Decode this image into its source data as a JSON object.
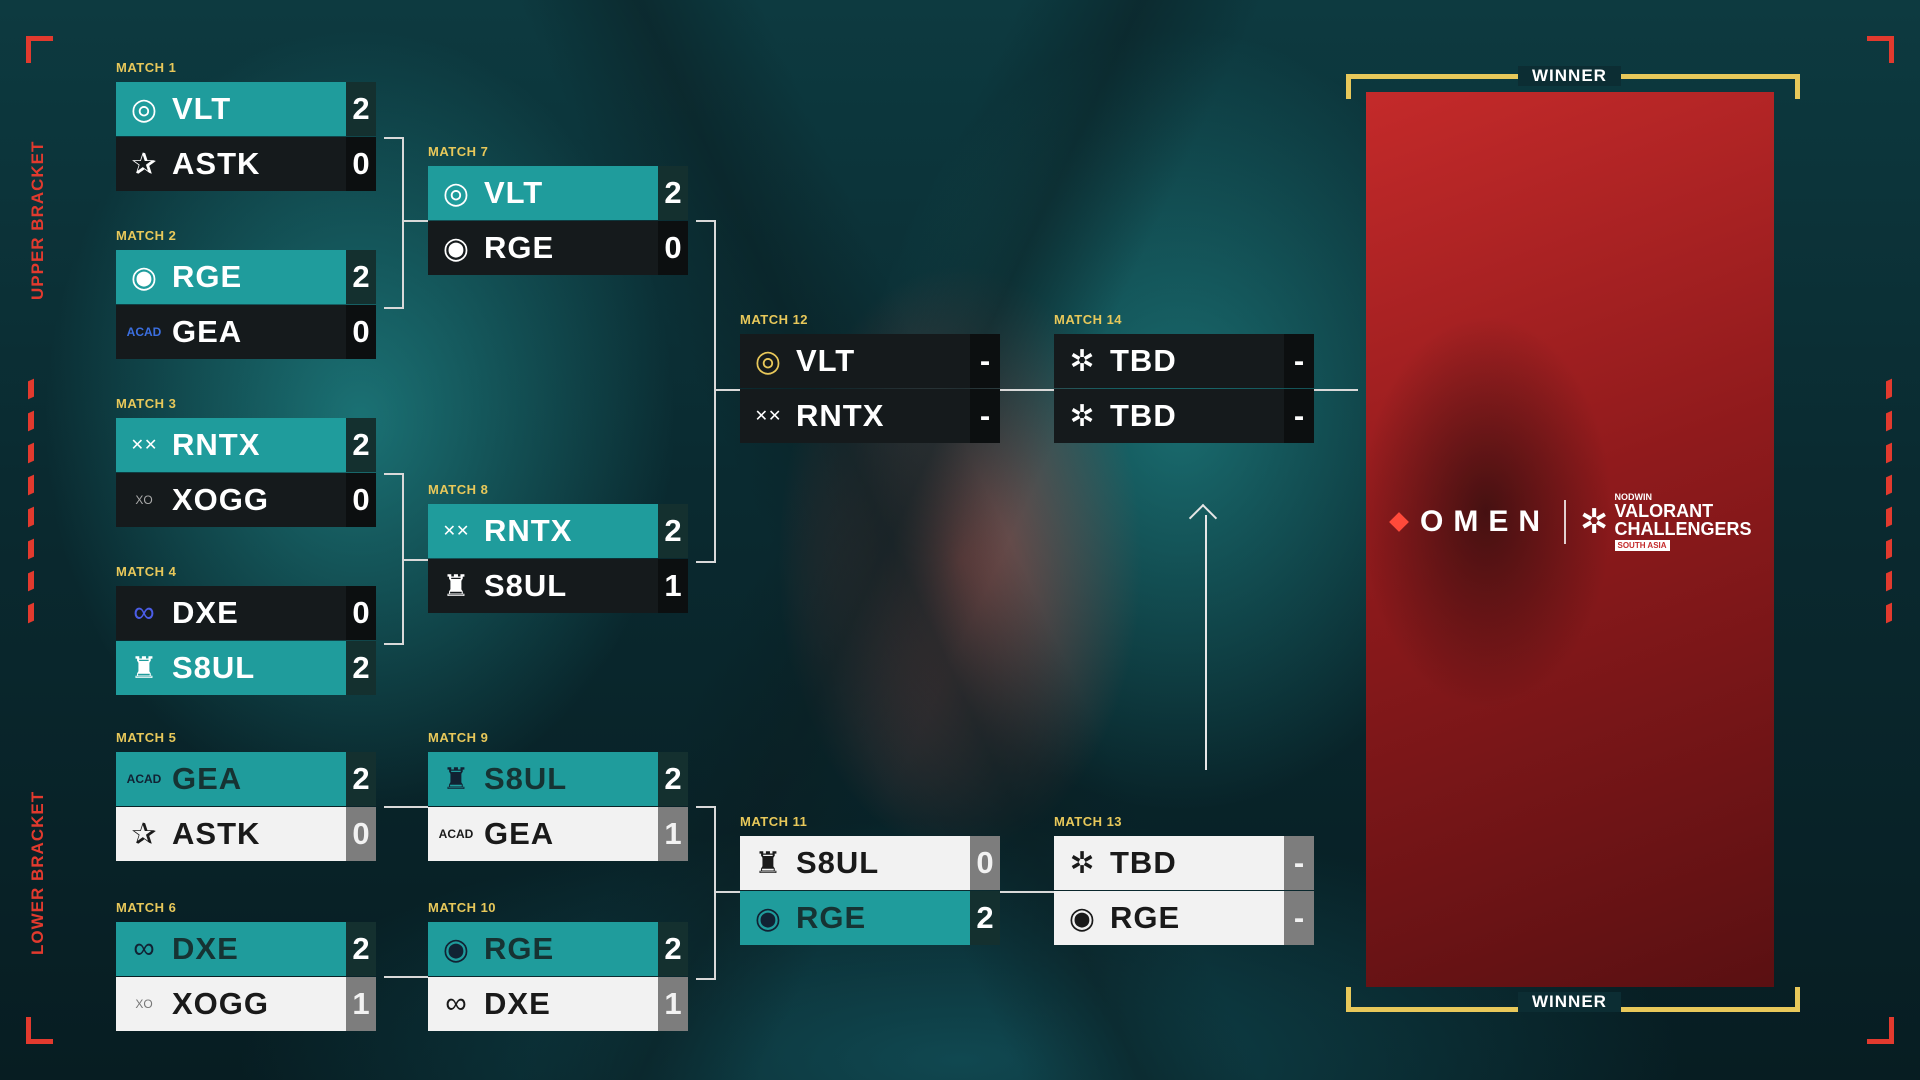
{
  "side_labels": {
    "upper": "UPPER BRACKET",
    "lower": "LOWER BRACKET"
  },
  "winner_labels": {
    "top": "WINNER",
    "bottom": "WINNER"
  },
  "matches": [
    {
      "label": "MATCH 1",
      "teams": [
        {
          "name": "VLT",
          "score": "2",
          "icon": "vlt-logo-icon"
        },
        {
          "name": "ASTK",
          "score": "0",
          "icon": "astk-star-icon"
        }
      ]
    },
    {
      "label": "MATCH 2",
      "teams": [
        {
          "name": "RGE",
          "score": "2",
          "icon": "rge-logo-icon"
        },
        {
          "name": "GEA",
          "score": "0",
          "icon": "gea-academy-icon"
        }
      ]
    },
    {
      "label": "MATCH 3",
      "teams": [
        {
          "name": "RNTX",
          "score": "2",
          "icon": "rntx-logo-icon"
        },
        {
          "name": "XOGG",
          "score": "0",
          "icon": "xogg-logo-icon"
        }
      ]
    },
    {
      "label": "MATCH 4",
      "teams": [
        {
          "name": "DXE",
          "score": "0",
          "icon": "dxe-logo-icon"
        },
        {
          "name": "S8UL",
          "score": "2",
          "icon": "s8ul-logo-icon"
        }
      ]
    },
    {
      "label": "MATCH 5",
      "teams": [
        {
          "name": "GEA",
          "score": "2",
          "icon": "gea-academy-icon"
        },
        {
          "name": "ASTK",
          "score": "0",
          "icon": "astk-star-icon"
        }
      ]
    },
    {
      "label": "MATCH 6",
      "teams": [
        {
          "name": "DXE",
          "score": "2",
          "icon": "dxe-logo-icon"
        },
        {
          "name": "XOGG",
          "score": "1",
          "icon": "xogg-logo-icon"
        }
      ]
    },
    {
      "label": "MATCH 7",
      "teams": [
        {
          "name": "VLT",
          "score": "2",
          "icon": "vlt-logo-icon"
        },
        {
          "name": "RGE",
          "score": "0",
          "icon": "rge-logo-icon"
        }
      ]
    },
    {
      "label": "MATCH 8",
      "teams": [
        {
          "name": "RNTX",
          "score": "2",
          "icon": "rntx-logo-icon"
        },
        {
          "name": "S8UL",
          "score": "1",
          "icon": "s8ul-logo-icon"
        }
      ]
    },
    {
      "label": "MATCH 9",
      "teams": [
        {
          "name": "S8UL",
          "score": "2",
          "icon": "s8ul-logo-icon"
        },
        {
          "name": "GEA",
          "score": "1",
          "icon": "gea-academy-icon"
        }
      ]
    },
    {
      "label": "MATCH 10",
      "teams": [
        {
          "name": "RGE",
          "score": "2",
          "icon": "rge-logo-icon"
        },
        {
          "name": "DXE",
          "score": "1",
          "icon": "dxe-logo-icon"
        }
      ]
    },
    {
      "label": "MATCH 12",
      "teams": [
        {
          "name": "VLT",
          "score": "-",
          "icon": "vlt-logo-icon"
        },
        {
          "name": "RNTX",
          "score": "-",
          "icon": "rntx-logo-icon"
        }
      ]
    },
    {
      "label": "MATCH 11",
      "teams": [
        {
          "name": "S8UL",
          "score": "0",
          "icon": "s8ul-logo-icon"
        },
        {
          "name": "RGE",
          "score": "2",
          "icon": "rge-logo-icon"
        }
      ]
    },
    {
      "label": "MATCH 14",
      "teams": [
        {
          "name": "TBD",
          "score": "-",
          "icon": "vct-logo-icon"
        },
        {
          "name": "TBD",
          "score": "-",
          "icon": "vct-logo-icon"
        }
      ]
    },
    {
      "label": "MATCH 13",
      "teams": [
        {
          "name": "TBD",
          "score": "-",
          "icon": "vct-logo-icon"
        },
        {
          "name": "RGE",
          "score": "-",
          "icon": "rge-logo-icon"
        }
      ]
    }
  ],
  "sponsor": {
    "omen": "OMEN",
    "nodwin": "NODWIN",
    "title_1": "VALORANT",
    "title_2": "CHALLENGERS",
    "region": "SOUTH ASIA"
  },
  "colors": {
    "accent_teal": "#1f9c9c",
    "accent_red": "#e23a2e",
    "gold": "#e8c85a"
  }
}
